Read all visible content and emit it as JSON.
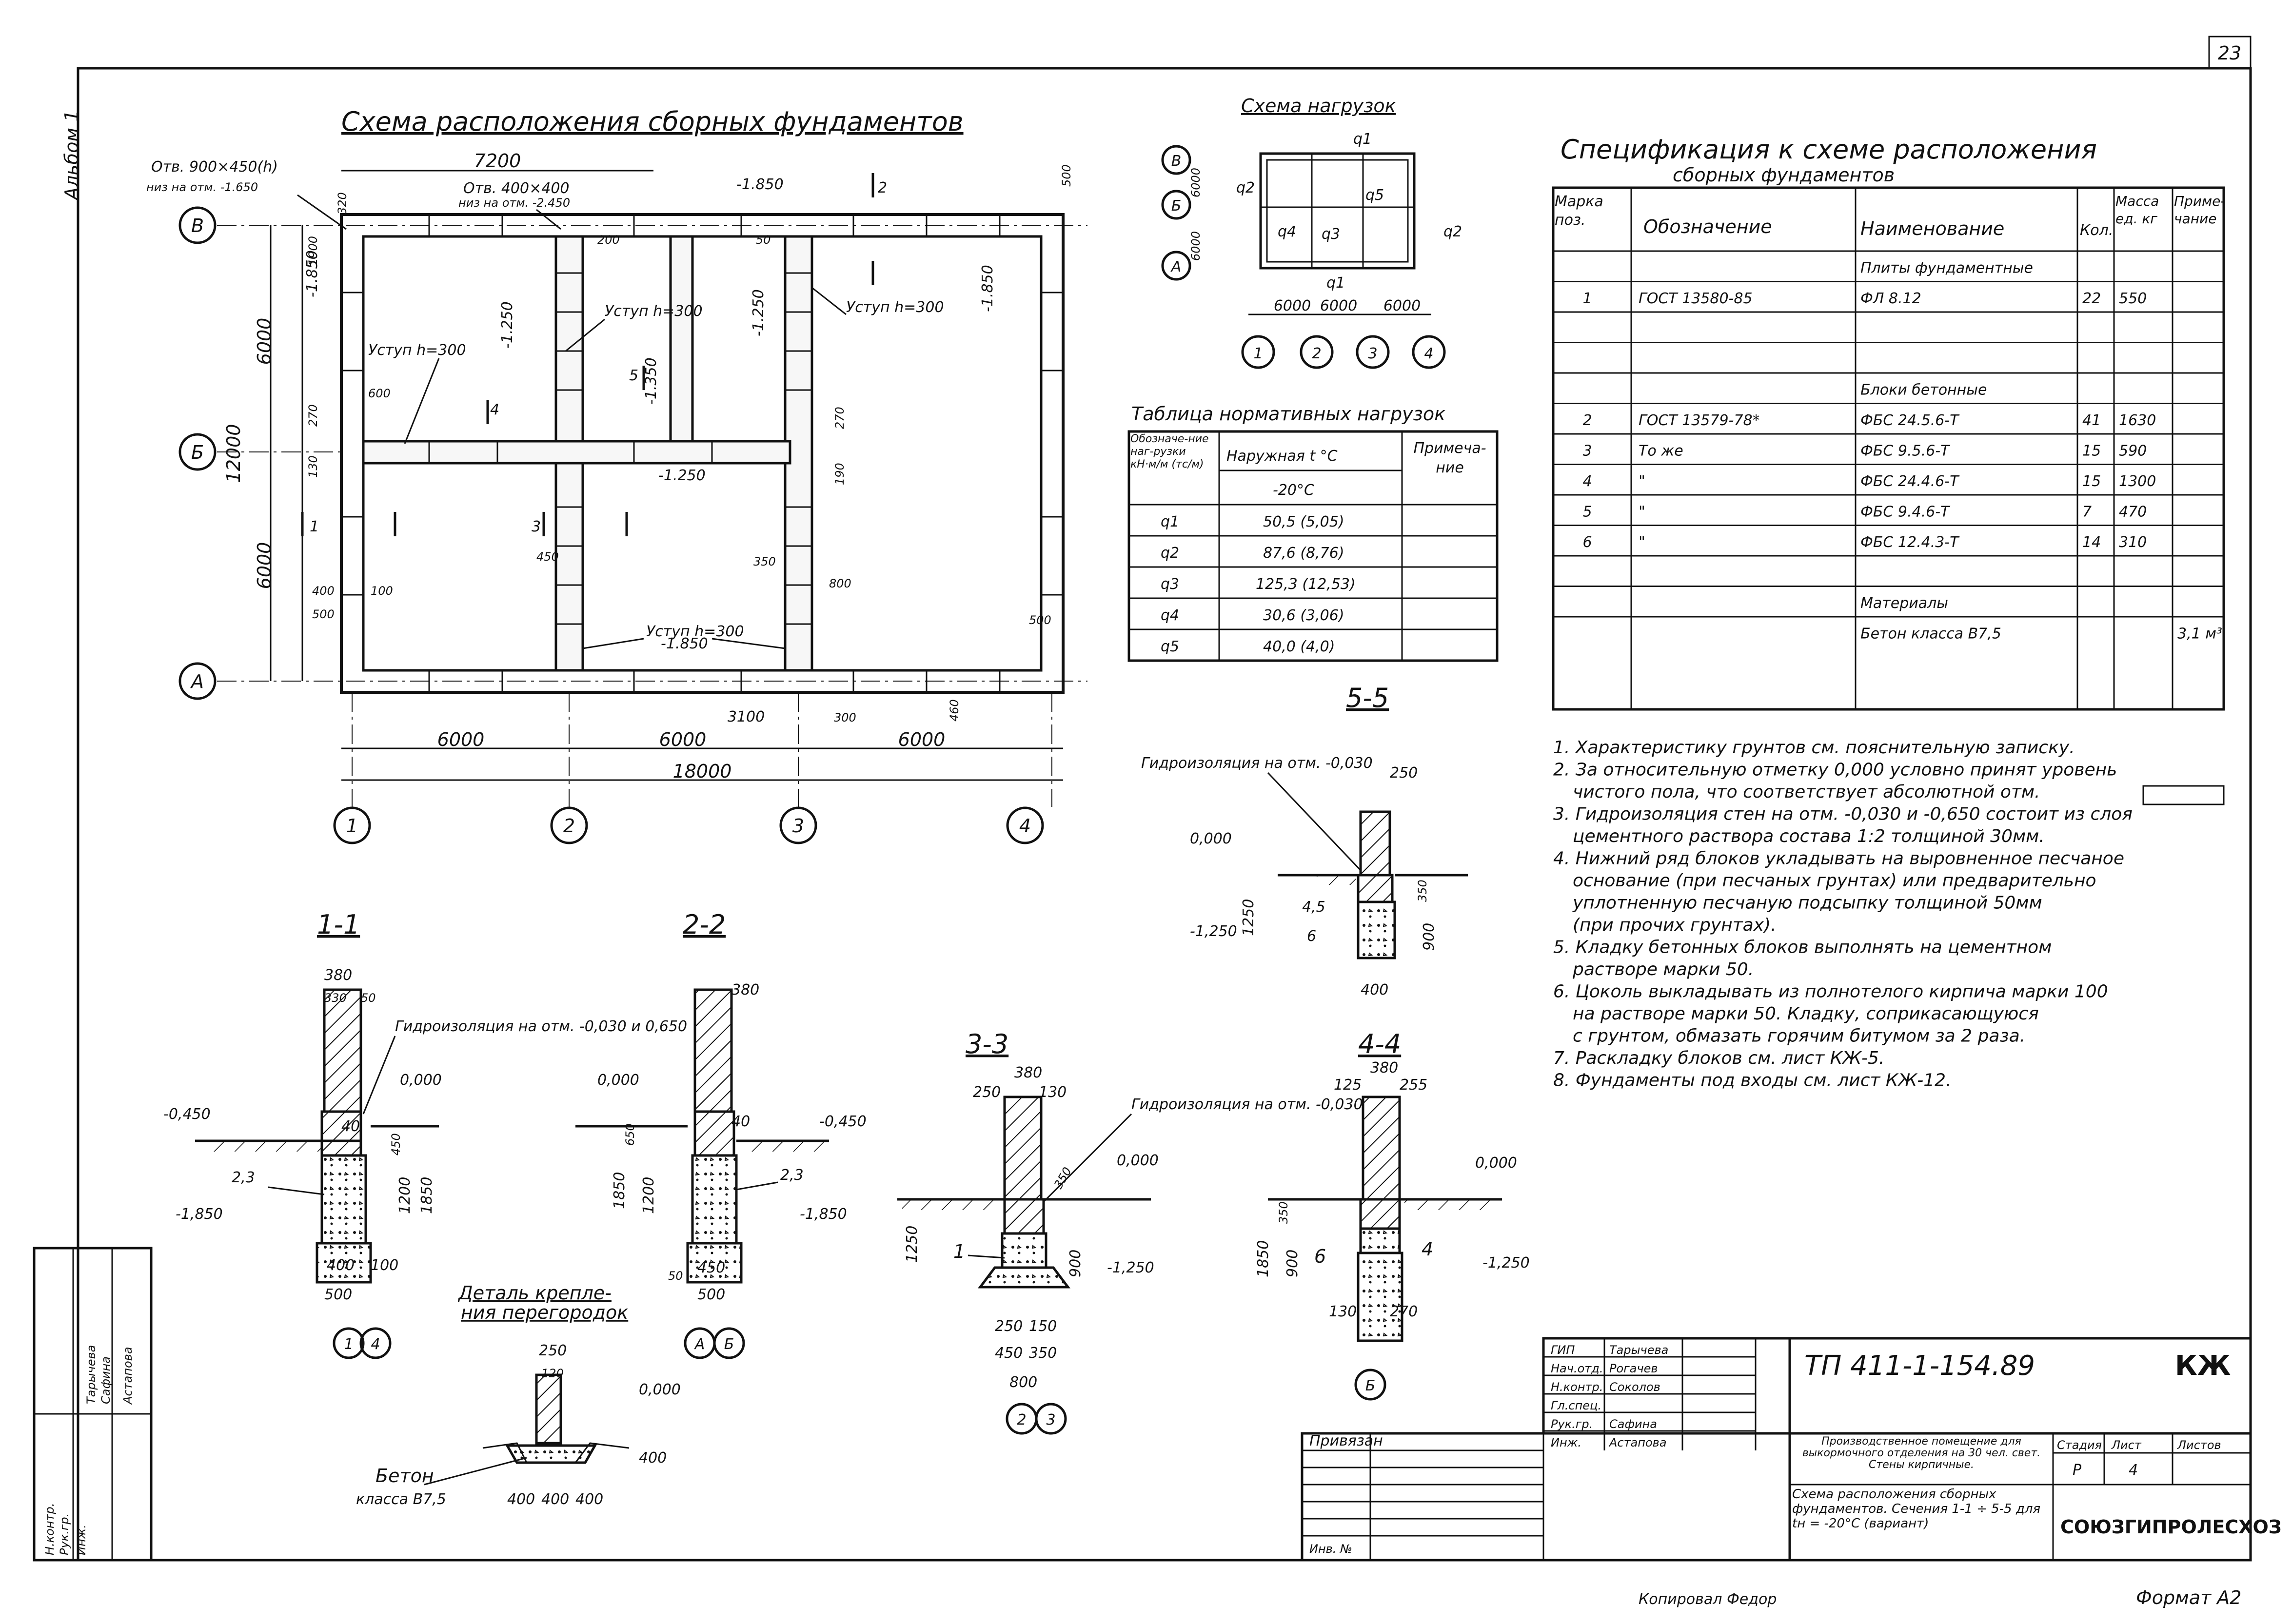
{
  "sheet": {
    "page_number": "23",
    "album": "Альбом 1",
    "format": "Формат А2",
    "copied_by": "Копировал Федор"
  },
  "plan": {
    "title": "Схема расположения сборных фундаментов",
    "axes_letters": [
      "В",
      "Б",
      "А"
    ],
    "axes_numbers": [
      "1",
      "2",
      "3",
      "4"
    ],
    "opening_1": "Отв. 900×450(h)",
    "opening_1_level": "низ на отм. -1.650",
    "opening_2": "Отв. 400×400",
    "opening_2_level": "низ на отм. -2.450",
    "step_labels": [
      "Уступ h=300",
      "Уступ h=300",
      "Уступ h=300",
      "Уступ h=300"
    ],
    "levels": [
      "-1.850",
      "-1.250",
      "-1.350",
      "-1.250",
      "-1.850",
      "-1.850",
      "-1.850",
      "-1.250"
    ],
    "dims_horizontal": [
      "6000",
      "6000",
      "6000",
      "18000",
      "7200",
      "3100"
    ],
    "dims_vertical": [
      "6000",
      "6000",
      "12000"
    ],
    "small_dims": [
      "320",
      "1900",
      "270",
      "130",
      "400",
      "500",
      "600",
      "450",
      "100",
      "200",
      "50",
      "500",
      "300",
      "460",
      "350",
      "800",
      "500",
      "190",
      "270"
    ],
    "cut_marks": [
      "1",
      "2",
      "3",
      "4",
      "5"
    ]
  },
  "load_scheme": {
    "title": "Схема нагрузок",
    "labels": [
      "q1",
      "q2",
      "q3",
      "q4",
      "q5",
      "q1",
      "q2"
    ],
    "dims": [
      "6000",
      "6000",
      "6000"
    ],
    "side_dims": [
      "6000",
      "6000"
    ],
    "axes_letters": [
      "В",
      "Б",
      "А"
    ],
    "axes_numbers": [
      "1",
      "2",
      "3",
      "4"
    ]
  },
  "loads_table": {
    "title": "Таблица нормативных нагрузок",
    "headers": [
      "Обозначе-ние наг-рузки кН·м/м (тс/м)",
      "Наружная t °C",
      "Примеча-ние"
    ],
    "subheader": "-20°C",
    "rows": [
      [
        "q1",
        "50,5 (5,05)",
        ""
      ],
      [
        "q2",
        "87,6 (8,76)",
        ""
      ],
      [
        "q3",
        "125,3 (12,53)",
        ""
      ],
      [
        "q4",
        "30,6 (3,06)",
        ""
      ],
      [
        "q5",
        "40,0 (4,0)",
        ""
      ]
    ]
  },
  "spec": {
    "title_line1": "Спецификация к схеме расположения",
    "title_line2": "сборных фундаментов",
    "headers": [
      "Марка поз.",
      "Обозначение",
      "Наименование",
      "Кол.",
      "Масса ед. кг",
      "Приме-чание"
    ],
    "rows": [
      [
        "",
        "",
        "Плиты фундаментные",
        "",
        "",
        ""
      ],
      [
        "1",
        "ГОСТ 13580-85",
        "ФЛ 8.12",
        "22",
        "550",
        ""
      ],
      [
        "",
        "",
        "",
        "",
        "",
        ""
      ],
      [
        "",
        "",
        "",
        "",
        "",
        ""
      ],
      [
        "",
        "",
        "Блоки бетонные",
        "",
        "",
        ""
      ],
      [
        "2",
        "ГОСТ 13579-78*",
        "ФБС 24.5.6-Т",
        "41",
        "1630",
        ""
      ],
      [
        "3",
        "То же",
        "ФБС 9.5.6-Т",
        "15",
        "590",
        ""
      ],
      [
        "4",
        "\"",
        "ФБС 24.4.6-Т",
        "15",
        "1300",
        ""
      ],
      [
        "5",
        "\"",
        "ФБС 9.4.6-Т",
        "7",
        "470",
        ""
      ],
      [
        "6",
        "\"",
        "ФБС 12.4.3-Т",
        "14",
        "310",
        ""
      ],
      [
        "",
        "",
        "",
        "",
        "",
        ""
      ],
      [
        "",
        "",
        "Материалы",
        "",
        "",
        ""
      ],
      [
        "",
        "",
        "Бетон класса В7,5",
        "",
        "",
        "3,1 м³"
      ]
    ]
  },
  "notes": [
    "1. Характеристику грунтов см. пояснительную записку.",
    "2. За относительную отметку 0,000 условно принят уровень",
    "чистого пола, что соответствует абсолютной отм.",
    "3. Гидроизоляция стен на отм. -0,030 и -0,650 состоит из слоя",
    "цементного раствора состава 1:2 толщиной 30мм.",
    "4. Нижний ряд блоков укладывать на выровненное песчаное",
    "основание (при песчаных грунтах) или предварительно",
    "уплотненную песчаную подсыпку толщиной 50мм",
    "(при прочих грунтах).",
    "5. Кладку бетонных блоков выполнять на цементном",
    "растворе марки 50.",
    "6. Цоколь выкладывать из полнотелого кирпича марки 100",
    "на растворе марки 50. Кладку, соприкасающуюся",
    "с грунтом, обмазать горячим битумом за 2 раза.",
    "7. Раскладку блоков см. лист КЖ-5.",
    "8. Фундаменты под входы см. лист КЖ-12."
  ],
  "sections": {
    "s11": {
      "title": "1-1",
      "dims": [
        "380",
        "330",
        "50",
        "40",
        "450",
        "1200",
        "1850",
        "400",
        "100",
        "500"
      ],
      "levels": [
        "-0,450",
        "0,000",
        "-1,850"
      ],
      "marks": [
        "2,3"
      ],
      "axes": [
        "1",
        "4"
      ]
    },
    "s22": {
      "title": "2-2",
      "dims": [
        "380",
        "650",
        "1850",
        "1200",
        "450",
        "500",
        "50",
        "40"
      ],
      "levels": [
        "0,000",
        "-0,450",
        "-1,850"
      ],
      "marks": [
        "2,3"
      ],
      "axes": [
        "А",
        "Б"
      ]
    },
    "s33": {
      "title": "3-3",
      "dims": [
        "380",
        "250",
        "130",
        "350",
        "1250",
        "900",
        "250",
        "150",
        "450",
        "350",
        "800"
      ],
      "levels": [
        "0,000",
        "-1,250"
      ],
      "marks": [
        "1"
      ],
      "axes": [
        "2",
        "3"
      ]
    },
    "s44": {
      "title": "4-4",
      "dims": [
        "380",
        "125",
        "255",
        "350",
        "1850",
        "900",
        "130",
        "270"
      ],
      "levels": [
        "0,000",
        "-1,250"
      ],
      "marks": [
        "6",
        "4"
      ],
      "axes": [
        "Б"
      ]
    },
    "s55": {
      "title": "5-5",
      "dims": [
        "250",
        "350",
        "1250",
        "900",
        "400"
      ],
      "levels": [
        "0,000",
        "-1,250"
      ],
      "marks": [
        "4,5",
        "6"
      ]
    },
    "hydro_1": "Гидроизоляция на отм. -0,030 и 0,650",
    "hydro_2": "Гидроизоляция на отм. -0,030",
    "hydro_3": "Гидроизоляция на отм. -0,030",
    "detail_title_1": "Деталь крепле-",
    "detail_title_2": "ния перегородок",
    "detail_dims": [
      "250",
      "120",
      "400",
      "400",
      "400",
      "400"
    ],
    "detail_level": "0,000",
    "concrete_1": "Бетон",
    "concrete_2": "класса В7,5"
  },
  "title_block": {
    "doc_code": "ТП 411-1-154.89",
    "mark": "КЖ",
    "roles": [
      "ГИП",
      "Нач.отд.",
      "Н.контр.",
      "Гл.спец.",
      "Рук.гр.",
      "Инж."
    ],
    "names": [
      "Тарычева",
      "Рогачев",
      "Соколов",
      "",
      "Сафина",
      "Астапова"
    ],
    "tied_label": "Привязан",
    "inv_label": "Инв. №",
    "project_desc": "Производственное помещение для выкормочного отделения на 30 чел. свет. Стены кирпичные.",
    "sheet_desc": "Схема расположения сборных фундаментов. Сечения 1-1 ÷ 5-5 для tн = -20°С (вариант)",
    "stage_label": "Стадия",
    "sheet_label": "Лист",
    "sheets_label": "Листов",
    "stage": "Р",
    "sheet": "4",
    "org": "СОЮЗГИПРОЛЕСХОЗ",
    "left_stamp": [
      "Н.контр.",
      "Рук.гр.",
      "Инж.",
      "Тарычева",
      "Сафина",
      "Астапова"
    ]
  }
}
